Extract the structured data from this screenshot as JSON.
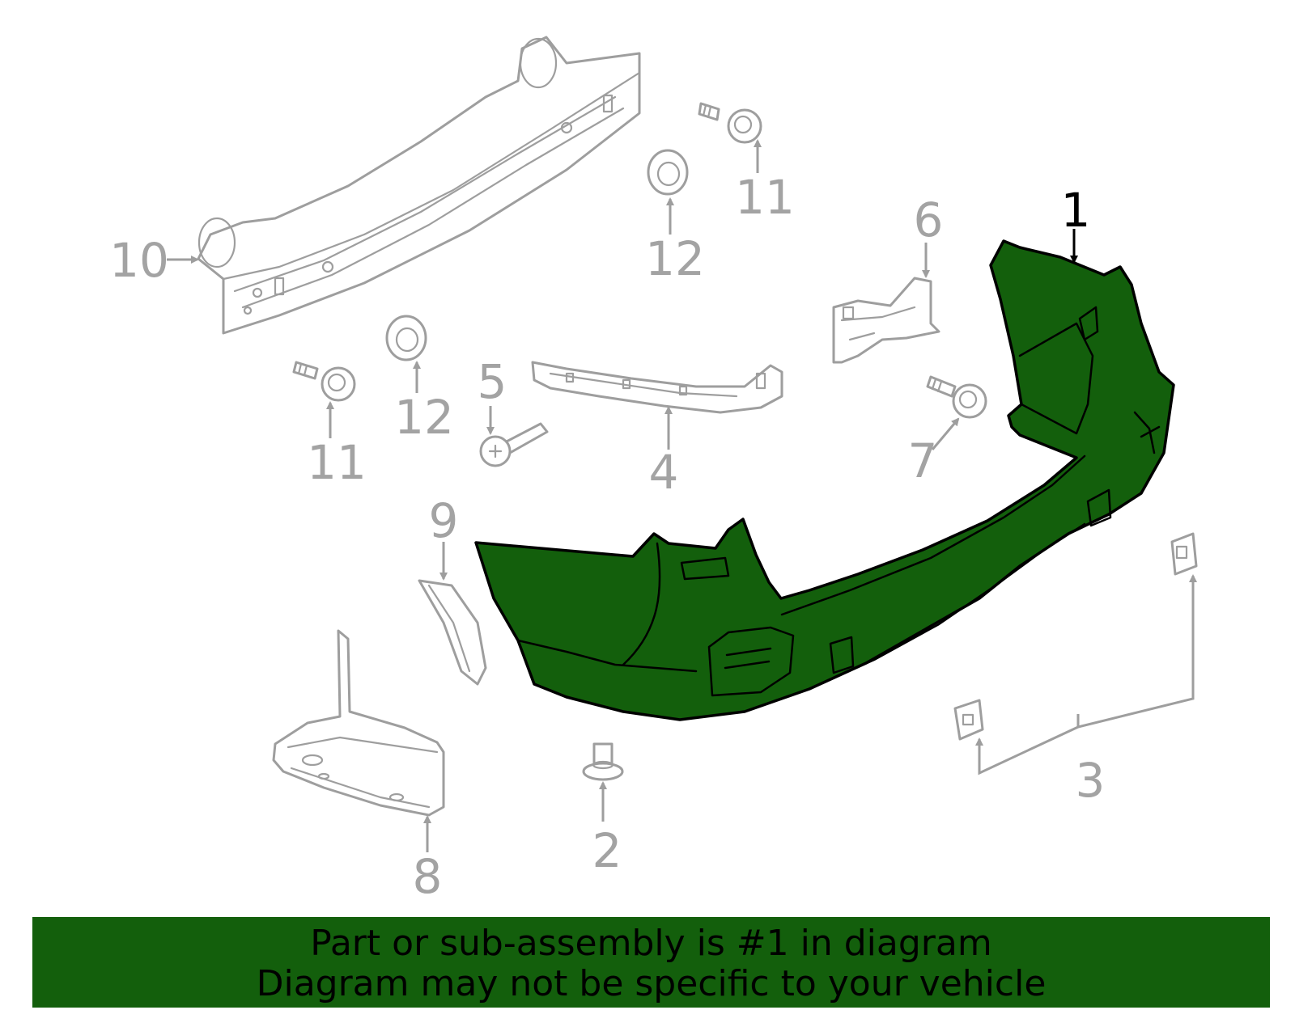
{
  "callouts": {
    "c1": "1",
    "c2": "2",
    "c3": "3",
    "c4": "4",
    "c5": "5",
    "c6": "6",
    "c7": "7",
    "c8": "8",
    "c9": "9",
    "c10": "10",
    "c11a": "11",
    "c11b": "11",
    "c12a": "12",
    "c12b": "12"
  },
  "highlighted_part": "1",
  "colors": {
    "highlight": "#135f0c",
    "part_outline": "#9e9e9e",
    "active_label": "#000000"
  },
  "banner": {
    "line1": "Part or sub-assembly is #1 in diagram",
    "line2": "Diagram may not be specific to your vehicle"
  }
}
